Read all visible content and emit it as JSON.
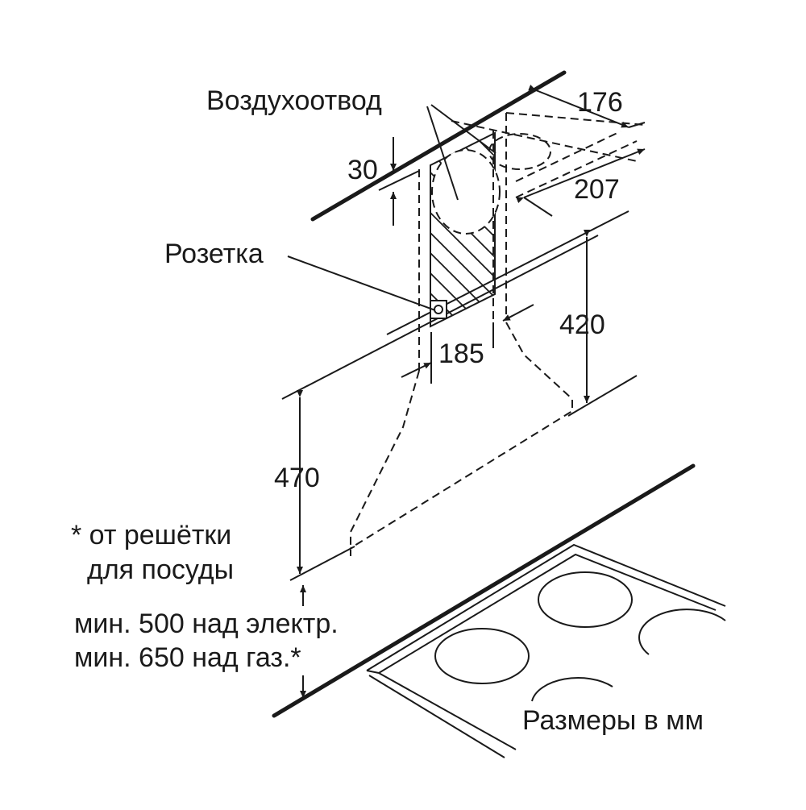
{
  "labels": {
    "duct": "Воздухоотвод",
    "socket": "Розетка",
    "note_line1": "* от решётки",
    "note_line2": "для посуды",
    "min_electric": "мин. 500 над электр.",
    "min_gas": "мин. 650 над газ.*",
    "units": "Размеры в мм"
  },
  "dimensions": {
    "d176": "176",
    "d30": "30",
    "d207": "207",
    "d420": "420",
    "d185": "185",
    "d470": "470"
  }
}
